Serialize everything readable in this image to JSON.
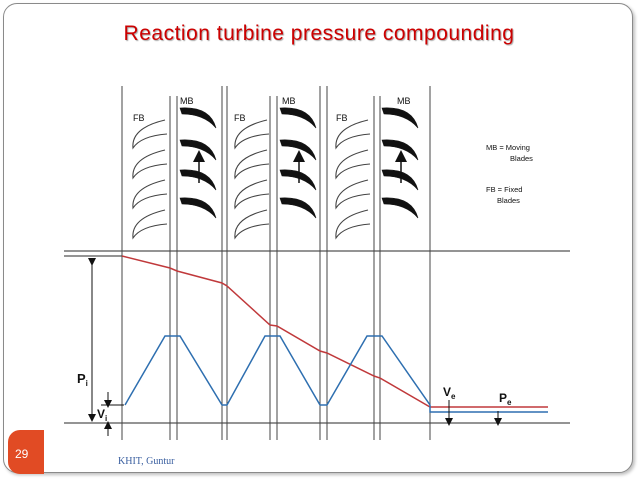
{
  "slide": {
    "title": "Reaction turbine pressure compounding",
    "page_number": "29",
    "footer": "KHIT, Guntur"
  },
  "diagram": {
    "fixed_blade_label": "FB",
    "moving_blade_label": "MB",
    "legend_moving": [
      "MB = Moving",
      "Blades"
    ],
    "legend_fixed": [
      "FB = Fixed",
      "Blades"
    ],
    "pressure_in": {
      "main": "P",
      "sub": "i"
    },
    "velocity_in": {
      "main": "V",
      "sub": "i"
    },
    "velocity_out": {
      "main": "V",
      "sub": "e"
    },
    "pressure_out": {
      "main": "P",
      "sub": "e"
    },
    "colors": {
      "pressure_line": "#c0393b",
      "velocity_line": "#2e6fb0",
      "title": "#cc0000",
      "badge": "#e14b24"
    }
  }
}
